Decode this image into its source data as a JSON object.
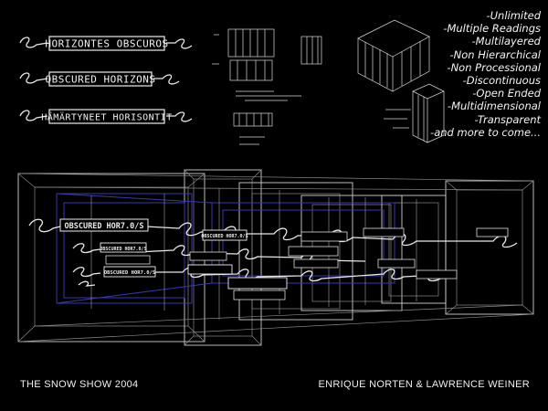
{
  "title_boxes": [
    {
      "label": "HORIZONTES OBSCUROS"
    },
    {
      "label": "OBSCURED HORIZONS"
    },
    {
      "label": "HÄMÄRTYNEET HORISONTIT"
    }
  ],
  "attributes": [
    "-Unlimited",
    "-Multiple Readings",
    "-Multilayered",
    "-Non Hierarchical",
    "-Non Processional",
    "-Discontinuous",
    "-Open Ended",
    "-Multidimensional",
    "-Transparent",
    "-and more to come..."
  ],
  "render_labels": {
    "large": "OBSCURED HOR7.0/S",
    "medium": "OBSCURED HOR7.0/S",
    "small": "OBSCURED HOR7.0/S"
  },
  "footer": {
    "left": "THE SNOW SHOW 2004",
    "right": "ENRIQUE NORTEN & LAWRENCE WEINER"
  }
}
